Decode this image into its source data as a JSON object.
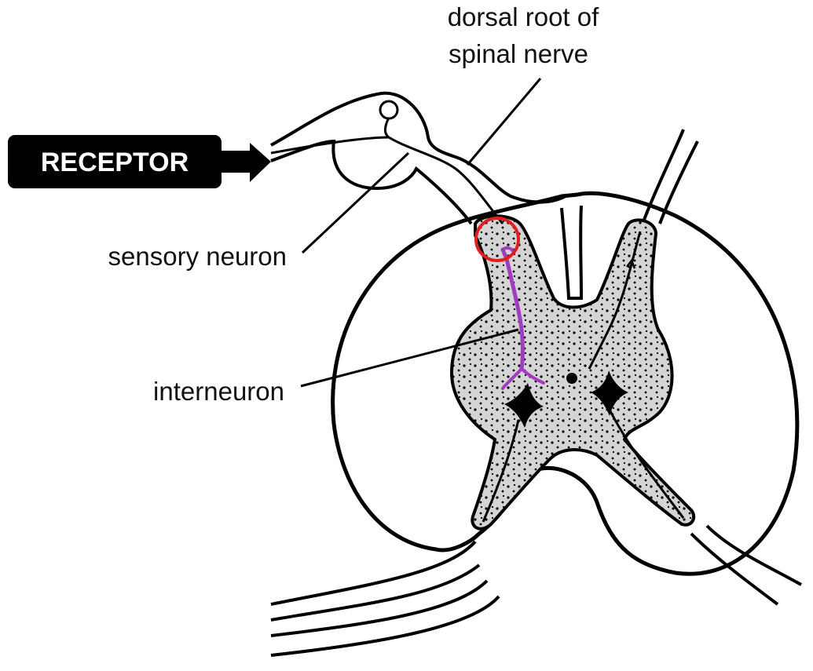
{
  "labels": {
    "dorsal_root_line1": "dorsal root of",
    "dorsal_root_line2": "spinal nerve",
    "receptor": "RECEPTOR",
    "sensory_neuron": "sensory neuron",
    "interneuron": "interneuron"
  },
  "colors": {
    "outline": "#000000",
    "grey_matter": "#d4d4d4",
    "interneuron": "#a03cc0",
    "synapse_circle": "#e02020",
    "receptor_box": "#000000",
    "receptor_text": "#ffffff"
  }
}
